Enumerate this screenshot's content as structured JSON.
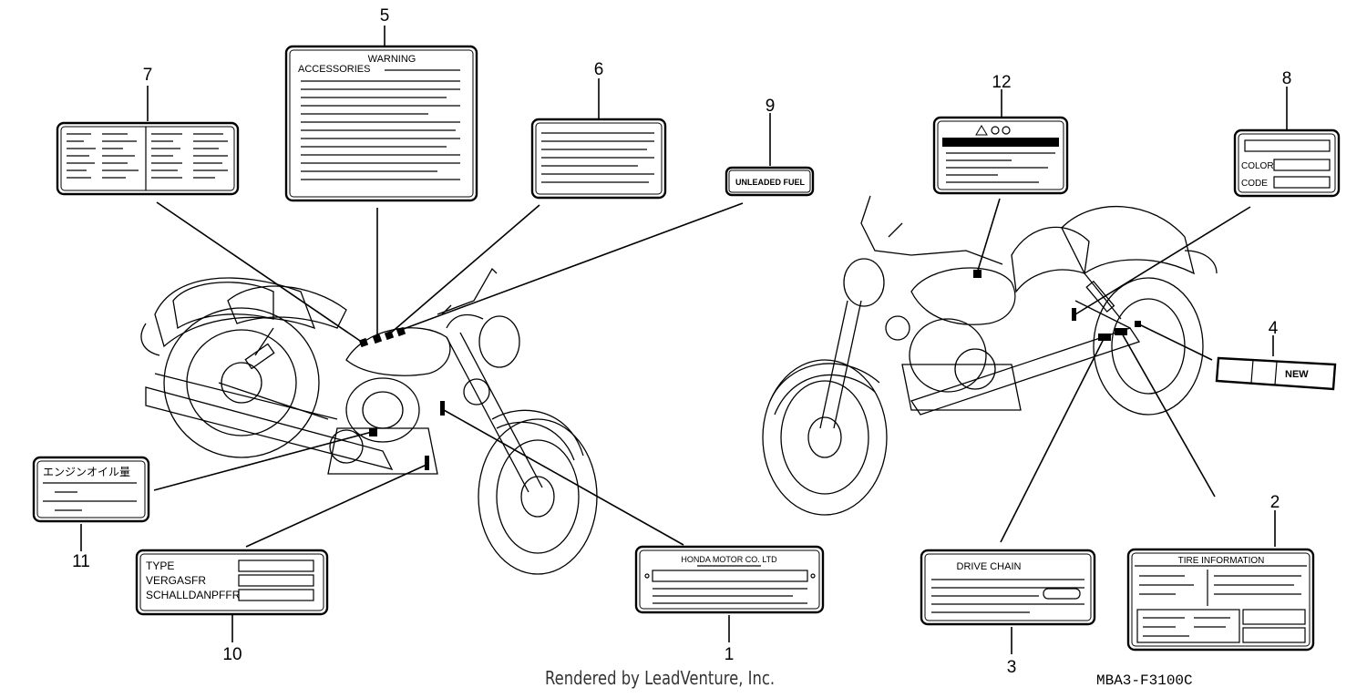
{
  "callouts": {
    "c1": "1",
    "c2": "2",
    "c3": "3",
    "c4": "4",
    "c5": "5",
    "c6": "6",
    "c7": "7",
    "c8": "8",
    "c9": "9",
    "c10": "10",
    "c11": "11",
    "c12": "12"
  },
  "labels": {
    "warning_title": "WARNING",
    "warning_accessories": "ACCESSORIES",
    "unleaded_fuel": "UNLEADED FUEL",
    "engine_oil": "エンジンオイル量",
    "type": "TYPE",
    "vergaser": "VERGASFR",
    "schalldampfer": "SCHALLDANPFFR",
    "honda_motor": "HONDA MOTOR CO. LTD",
    "drive_chain": "DRIVE CHAIN",
    "tire_information": "TIRE INFORMATION",
    "new": "NEW",
    "color": "COLOR",
    "code": "CODE"
  },
  "footer": {
    "credit": "Rendered by LeadVenture, Inc.",
    "diagram_code": "MBA3-F3100C"
  },
  "colors": {
    "ink": "#000000",
    "paper": "#ffffff"
  }
}
